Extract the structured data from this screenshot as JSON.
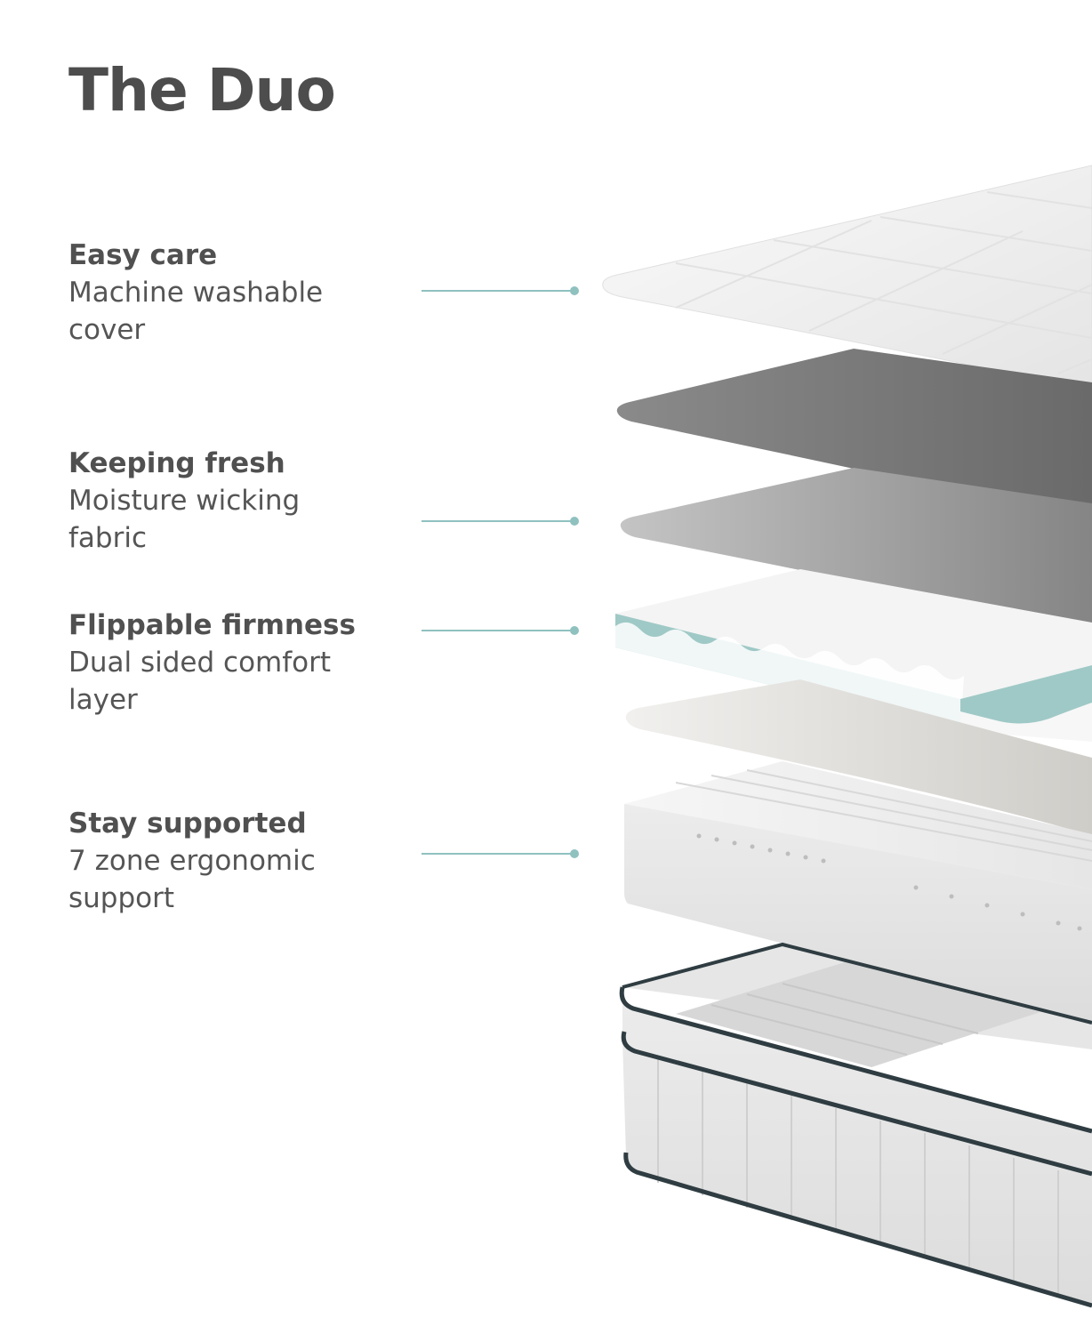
{
  "title": "The Duo",
  "features": [
    {
      "heading": "Easy care",
      "description": "Machine washable cover"
    },
    {
      "heading": "Keeping fresh",
      "description": "Moisture wicking fabric"
    },
    {
      "heading": "Flippable firmness",
      "description": "Dual sided comfort layer"
    },
    {
      "heading": "Stay supported",
      "description": "7 zone ergonomic support"
    }
  ],
  "colors": {
    "accent": "#8fc1bf",
    "text": "#4d4d4d",
    "gel": "#9fc9c6",
    "piping": "#2f3d42"
  },
  "illustration": {
    "subject": "exploded mattress layers",
    "layers": [
      "quilted cover",
      "dark fabric",
      "grey fabric",
      "comfort layer",
      "felt layer",
      "zoned foam",
      "pocket spring unit"
    ]
  }
}
